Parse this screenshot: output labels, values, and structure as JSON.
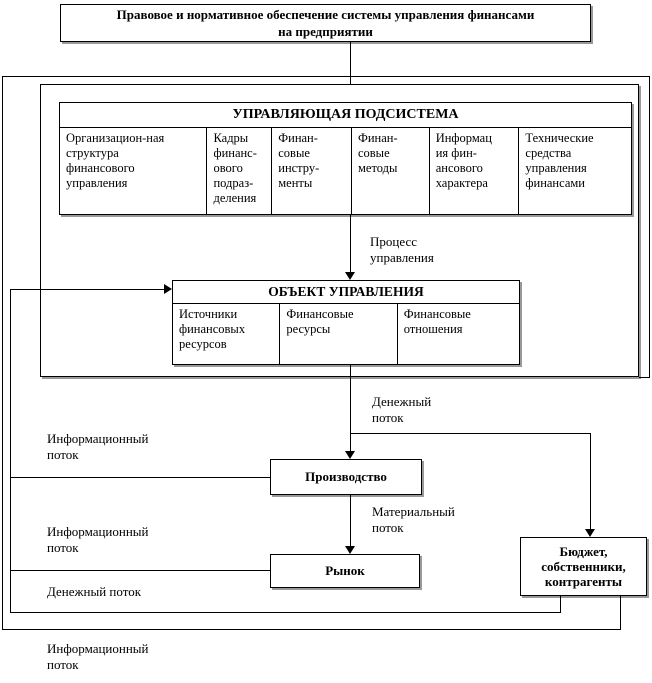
{
  "title": "Правовое и нормативное обеспечение системы управления финансами\nна предприятии",
  "subsystem": {
    "header": "УПРАВЛЯЮЩАЯ ПОДСИСТЕМА",
    "cells": [
      "Организацион-ная\nструктура\nфинансового\nуправления",
      "Кадры\nфинанс-\nового\nподраз-\nделения",
      "Финан-\nсовые\nинстру-\nменты",
      "Финан-\nсовые\nметоды",
      "Информац\nия фин-\nансового\nхарактера",
      "Технические\nсредства\nуправления\nфинансами"
    ]
  },
  "object": {
    "header": "ОБЪЕКТ УПРАВЛЕНИЯ",
    "cells": [
      "Источники\nфинансовых\nресурсов",
      "Финансовые\nресурсы",
      "Финансовые\nотношения"
    ]
  },
  "nodes": {
    "production": "Производство",
    "market": "Рынок",
    "budget": "Бюджет,\nсобственники,\nконтрагенты"
  },
  "flows": {
    "process": "Процесс\nуправления",
    "cash_top": "Денежный\nпоток",
    "info_1": "Информационный\nпоток",
    "material": "Материальный\nпоток",
    "info_2": "Информационный\nпоток",
    "cash_left": "Денежный поток",
    "info_bottom": "Информационный\nпоток"
  },
  "colors": {
    "line": "#000000",
    "shadow": "#999999",
    "background": "#ffffff"
  }
}
